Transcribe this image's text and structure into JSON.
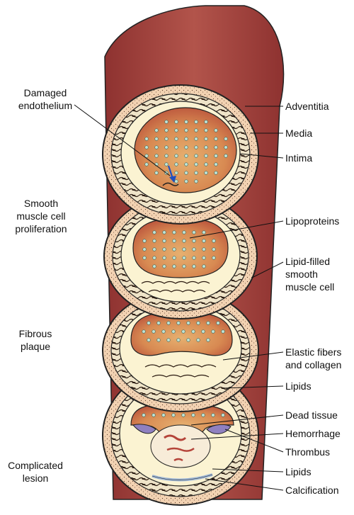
{
  "left_labels": {
    "damaged_endothelium": [
      "Damaged",
      "endothelium"
    ],
    "smooth_muscle": [
      "Smooth",
      "muscle cell",
      "proliferation"
    ],
    "fibrous_plaque": [
      "Fibrous",
      "plaque"
    ],
    "complicated_lesion": [
      "Complicated",
      "lesion"
    ]
  },
  "right_labels": {
    "adventitia": "Adventitia",
    "media": "Media",
    "intima": "Intima",
    "lipoproteins": "Lipoproteins",
    "lipid_filled": [
      "Lipid-filled",
      "smooth",
      "muscle cell"
    ],
    "elastic_fibers": [
      "Elastic fibers",
      "and collagen"
    ],
    "lipids_1": "Lipids",
    "dead_tissue": "Dead tissue",
    "hemorrhage": "Hemorrhage",
    "thrombus": "Thrombus",
    "lipids_2": "Lipids",
    "calcification": "Calcification"
  },
  "colors": {
    "artery_outer": "#a5443e",
    "adventitia_ring": "#f2d0b0",
    "lumen_center": "#e2a060",
    "lumen_edge": "#c05a40",
    "intima": "#fbf3d2",
    "thrombus": "#8f80c0",
    "arrow": "#1f4fc0"
  }
}
